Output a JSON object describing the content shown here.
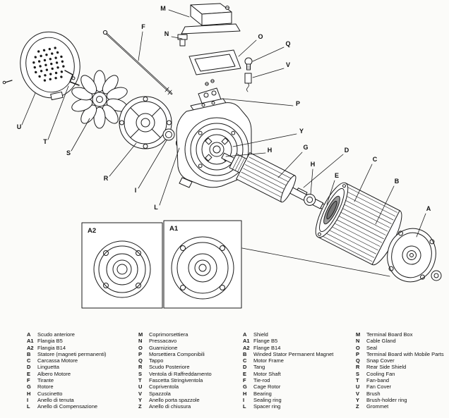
{
  "insets": {
    "left": "A2",
    "right": "A1"
  },
  "callouts": [
    "M",
    "F",
    "N",
    "O",
    "Q",
    "V",
    "P",
    "Y",
    "H",
    "G",
    "D",
    "H",
    "E",
    "C",
    "B",
    "A",
    "U",
    "T",
    "S",
    "R",
    "I",
    "L"
  ],
  "legend": {
    "italian": [
      {
        "key": "A",
        "label": "Scudo anteriore"
      },
      {
        "key": "A1",
        "label": "Flangia B5"
      },
      {
        "key": "A2",
        "label": "Flangia B14"
      },
      {
        "key": "B",
        "label": "Statore (magneti permanenti)"
      },
      {
        "key": "C",
        "label": "Carcassa Motore"
      },
      {
        "key": "D",
        "label": "Linguetta"
      },
      {
        "key": "E",
        "label": "Albero Motore"
      },
      {
        "key": "F",
        "label": "Tirante"
      },
      {
        "key": "G",
        "label": "Rotore"
      },
      {
        "key": "H",
        "label": "Cuscinetto"
      },
      {
        "key": "I",
        "label": "Anello di tenuta"
      },
      {
        "key": "L",
        "label": "Anello di Compensazione"
      },
      {
        "key": "M",
        "label": "Coprimorsettiera"
      },
      {
        "key": "N",
        "label": "Pressacavo"
      },
      {
        "key": "O",
        "label": "Guarnizione"
      },
      {
        "key": "P",
        "label": "Morsettiera Componibili"
      },
      {
        "key": "Q",
        "label": "Tappo"
      },
      {
        "key": "R",
        "label": "Scudo Posteriore"
      },
      {
        "key": "S",
        "label": "Ventola di Raffreddamento"
      },
      {
        "key": "T",
        "label": "Fascetta Stringiventola"
      },
      {
        "key": "U",
        "label": "Copriventola"
      },
      {
        "key": "V",
        "label": "Spazzola"
      },
      {
        "key": "Y",
        "label": "Anello porta spazzole"
      },
      {
        "key": "Z",
        "label": "Anello di chiusura"
      }
    ],
    "english": [
      {
        "key": "A",
        "label": "Shield"
      },
      {
        "key": "A1",
        "label": "Flange B5"
      },
      {
        "key": "A2",
        "label": "Flange B14"
      },
      {
        "key": "B",
        "label": "Winded Stator Permanent Magnet"
      },
      {
        "key": "C",
        "label": "Motor Frame"
      },
      {
        "key": "D",
        "label": "Tang"
      },
      {
        "key": "E",
        "label": "Motor Shaft"
      },
      {
        "key": "F",
        "label": "Tie-rod"
      },
      {
        "key": "G",
        "label": "Cage Rotor"
      },
      {
        "key": "H",
        "label": "Bearing"
      },
      {
        "key": "I",
        "label": "Sealing ring"
      },
      {
        "key": "L",
        "label": "Spacer ring"
      },
      {
        "key": "M",
        "label": "Terminal Board Box"
      },
      {
        "key": "N",
        "label": "Cable Gland"
      },
      {
        "key": "O",
        "label": "Seal"
      },
      {
        "key": "P",
        "label": "Terminal Board with Mobile Parts"
      },
      {
        "key": "Q",
        "label": "Snap Cover"
      },
      {
        "key": "R",
        "label": "Rear Side Shield"
      },
      {
        "key": "S",
        "label": "Cooling Fan"
      },
      {
        "key": "T",
        "label": "Fan-band"
      },
      {
        "key": "U",
        "label": "Fan Cover"
      },
      {
        "key": "V",
        "label": "Brush"
      },
      {
        "key": "Y",
        "label": "Brush-holder ring"
      },
      {
        "key": "Z",
        "label": "Grommet"
      }
    ]
  }
}
